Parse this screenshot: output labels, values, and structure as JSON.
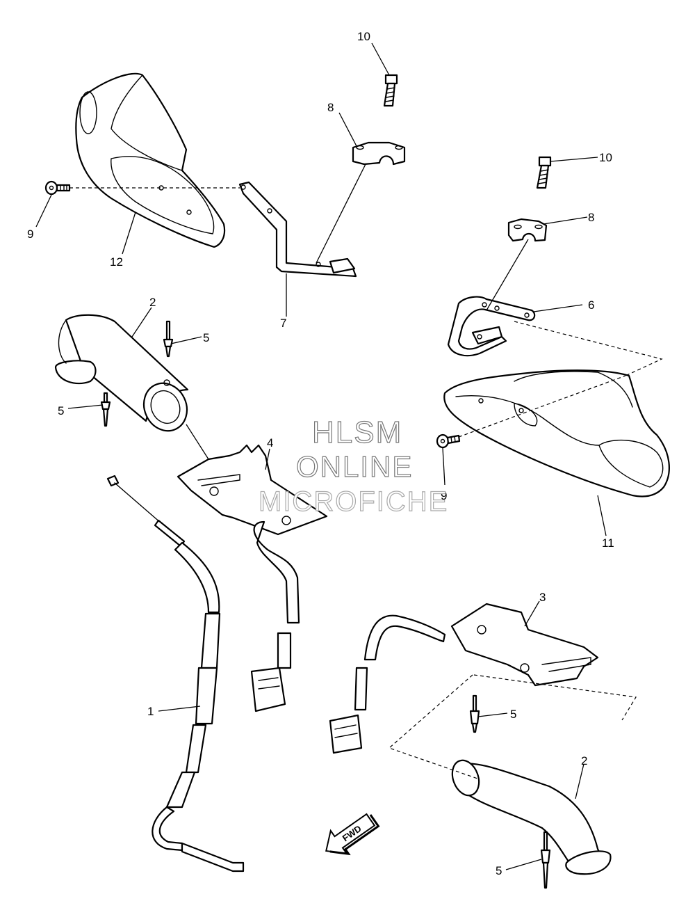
{
  "diagram": {
    "callouts": {
      "c1": "1",
      "c2a": "2",
      "c2b": "2",
      "c3": "3",
      "c4": "4",
      "c5a": "5",
      "c5b": "5",
      "c5c": "5",
      "c5d": "5",
      "c6": "6",
      "c7": "7",
      "c8a": "8",
      "c8b": "8",
      "c9a": "9",
      "c9b": "9",
      "c10a": "10",
      "c10b": "10",
      "c11": "11",
      "c12": "12"
    },
    "fwd_label": "FWD"
  },
  "watermark": {
    "line1": "HLSM",
    "line2": "ONLINE",
    "line3": "MICROFICHE"
  }
}
